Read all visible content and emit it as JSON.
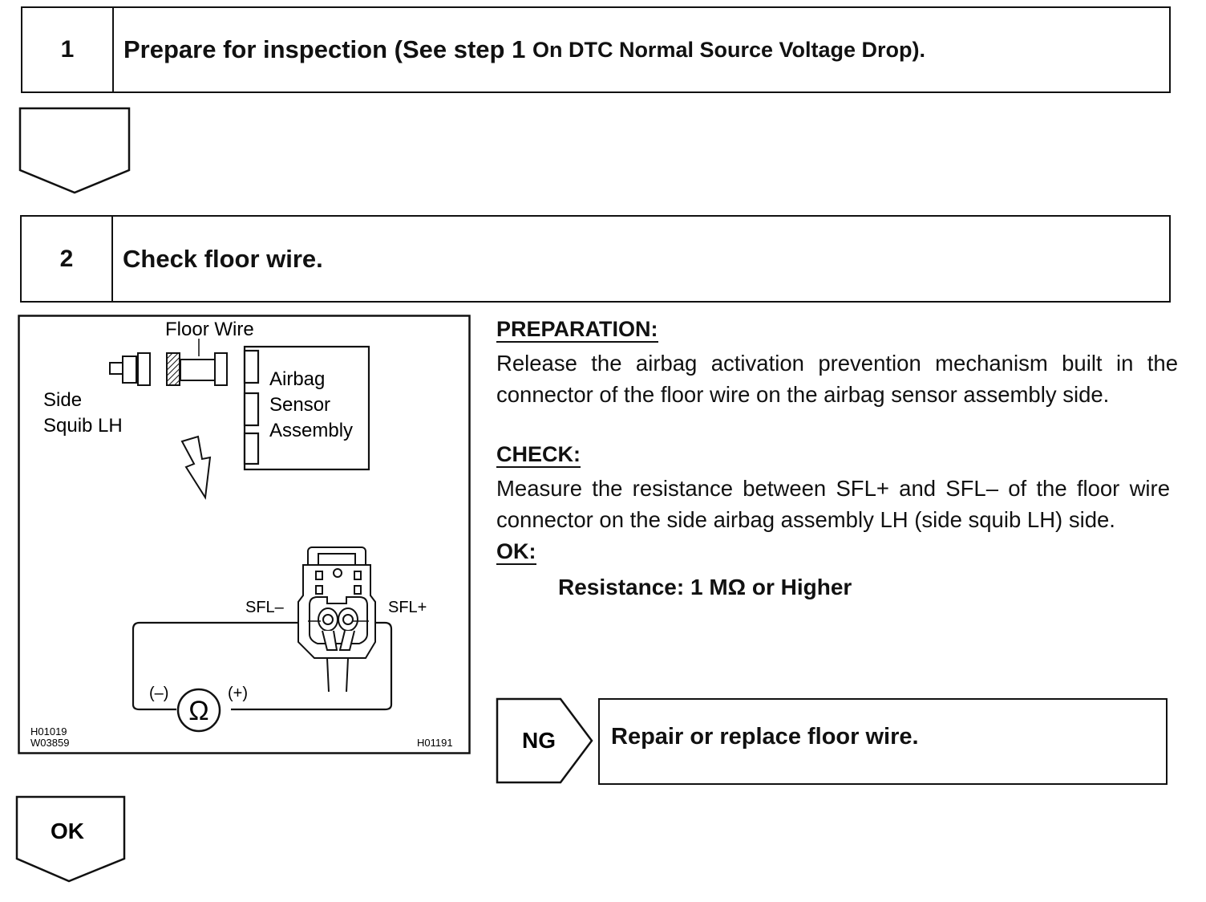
{
  "step1": {
    "number": "1",
    "title_main": "Prepare for inspection (See step 1",
    "title_small": "On DTC Normal Source Voltage Drop)."
  },
  "step2": {
    "number": "2",
    "title": "Check floor wire."
  },
  "diagram": {
    "floor_wire": "Floor Wire",
    "side_squib_line1": "Side",
    "side_squib_line2": "Squib LH",
    "sensor_line1": "Airbag",
    "sensor_line2": "Sensor",
    "sensor_line3": "Assembly",
    "sfl_minus": "SFL–",
    "sfl_plus": "SFL+",
    "neg": "(–)",
    "pos": "(+)",
    "ohm": "Ω",
    "code1": "H01019",
    "code2": "W03859",
    "code3": "H01191"
  },
  "instructions": {
    "preparation_heading": "PREPARATION:",
    "preparation_text": "Release the airbag activation prevention mechanism built in the connector of the floor wire on the airbag sensor assembly side.",
    "check_heading": "CHECK:",
    "check_text": "Measure the resistance between SFL+ and SFL– of the floor wire connector on the side airbag assembly LH (side squib LH) side.",
    "ok_heading": "OK:",
    "ok_value": "Resistance: 1 MΩ or Higher"
  },
  "ng": {
    "label": "NG",
    "action": "Repair or replace floor wire."
  },
  "ok_flow": {
    "label": "OK"
  }
}
